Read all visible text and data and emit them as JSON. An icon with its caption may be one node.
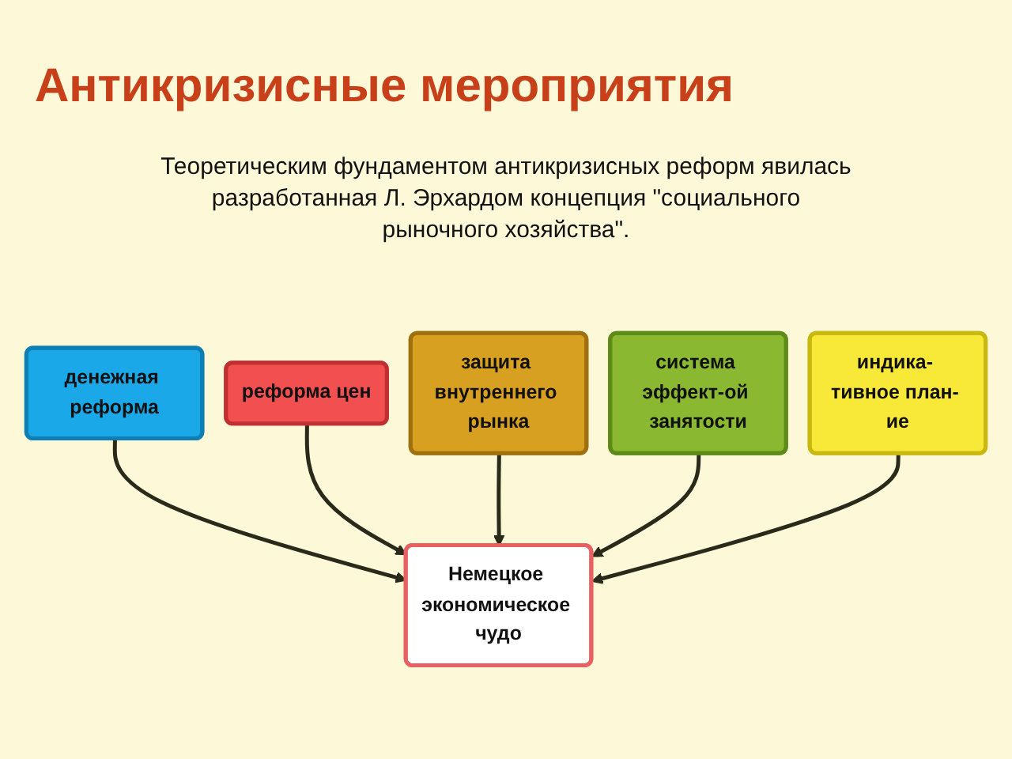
{
  "diagram": {
    "title": "Антикризисные мероприятия",
    "nodes": [
      {
        "text": [
          "денежная реформа"
        ]
      },
      {
        "text": [
          "реформа цен"
        ]
      },
      {
        "text": [
          "защита внутреннего рынка"
        ]
      },
      {
        "text": [
          "система эффект-ой занятости"
        ]
      },
      {
        "text": [
          "индика- тивное план- ие"
        ]
      },
      {
        "text": [
          "Немецкое экономическое чудо"
        ]
      }
    ],
    "edges": [
      {
        "from": 0,
        "to": 5,
        "arrow": "to"
      },
      {
        "from": 1,
        "to": 5,
        "arrow": "to"
      },
      {
        "from": 2,
        "to": 5,
        "arrow": "to"
      },
      {
        "from": 3,
        "to": 5,
        "arrow": "to"
      },
      {
        "from": 4,
        "to": 5,
        "arrow": "to"
      }
    ],
    "labels": [
      "Теоретическим фундаментом антикризисных реформ явилась разработанная Л. Эрхардом концепция \"социального рыночного хозяйства\"."
    ]
  }
}
